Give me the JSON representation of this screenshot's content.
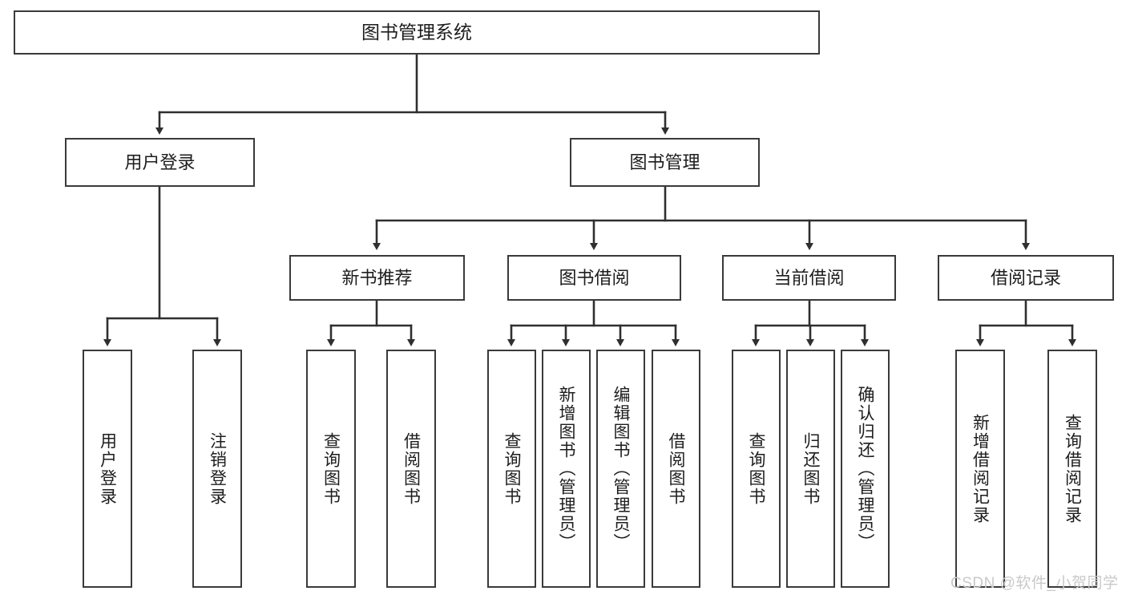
{
  "diagram": {
    "title": "图书管理系统",
    "type": "tree-hierarchy-chart",
    "watermark": "CSDN @软件_小贺同学",
    "stroke_color": "#3a3a3a",
    "fill_color": "#ffffff",
    "text_color": "#1d1d1d"
  },
  "nodes": {
    "root": {
      "label": "图书管理系统"
    },
    "level2": [
      {
        "label": "用户登录"
      },
      {
        "label": "图书管理"
      }
    ],
    "level3": [
      {
        "label": "新书推荐"
      },
      {
        "label": "图书借阅"
      },
      {
        "label": "当前借阅"
      },
      {
        "label": "借阅记录"
      }
    ],
    "leaves": {
      "user_login": [
        {
          "label": "用户登录"
        },
        {
          "label": "注销登录"
        }
      ],
      "new_book_recommend": [
        {
          "label": "查询图书"
        },
        {
          "label": "借阅图书"
        }
      ],
      "book_borrow": [
        {
          "label": "查询图书"
        },
        {
          "label": "新增图书（管理员）"
        },
        {
          "label": "编辑图书（管理员）"
        },
        {
          "label": "借阅图书"
        }
      ],
      "current_borrow": [
        {
          "label": "查询图书"
        },
        {
          "label": "归还图书"
        },
        {
          "label": "确认归还（管理员）"
        }
      ],
      "borrow_record": [
        {
          "label": "新增借阅记录"
        },
        {
          "label": "查询借阅记录"
        }
      ]
    }
  }
}
